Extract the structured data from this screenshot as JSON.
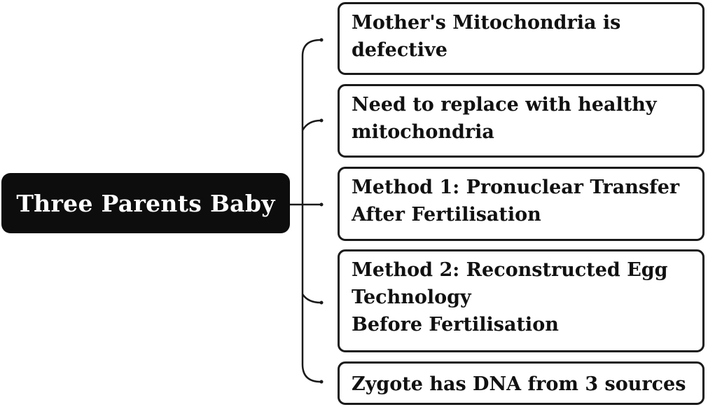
{
  "root": {
    "label": "Three Parents Baby"
  },
  "branches": [
    {
      "lines": [
        "Mother's Mitochondria is",
        "defective"
      ]
    },
    {
      "lines": [
        "Need to replace with healthy",
        "mitochondria"
      ]
    },
    {
      "lines": [
        "Method 1: Pronuclear Transfer",
        "After Fertilisation"
      ]
    },
    {
      "lines": [
        "Method 2: Reconstructed Egg",
        "Technology",
        "Before Fertilisation"
      ]
    },
    {
      "lines": [
        "Zygote has DNA from 3 sources"
      ]
    }
  ],
  "colors": {
    "root_fill": "#0d0d0d",
    "root_text": "#ffffff",
    "box_border": "#1a1a1a",
    "text": "#111111",
    "connector": "#1a1a1a"
  }
}
